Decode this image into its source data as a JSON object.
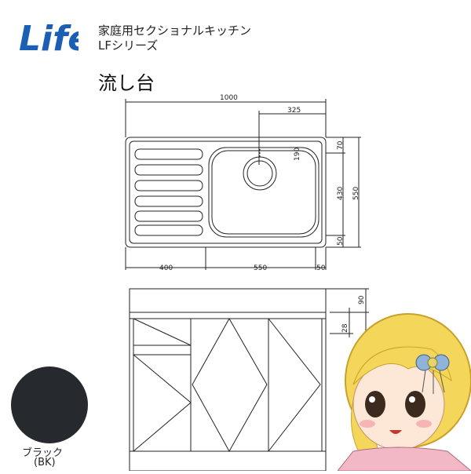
{
  "brand": {
    "logo_text": "Life"
  },
  "header": {
    "line1": "家庭用セクショナルキッチン",
    "line2": "LFシリーズ"
  },
  "product": {
    "name": "流し台"
  },
  "dimensions": {
    "top_width": "1000",
    "bowl_offset": "325",
    "bowl_depth": "190",
    "right_top": "70",
    "right_mid": "430",
    "right_bottom": "50",
    "right_total": "550",
    "bottom_left": "400",
    "bottom_mid": "550",
    "bottom_right": "50",
    "front_top": "90",
    "front_mid": "28"
  },
  "color": {
    "name": "ブラック",
    "code": "(BK)",
    "swatch_hex": "#26292d"
  },
  "colors": {
    "brand_blue": "#1a5fb4",
    "line": "#222222"
  }
}
